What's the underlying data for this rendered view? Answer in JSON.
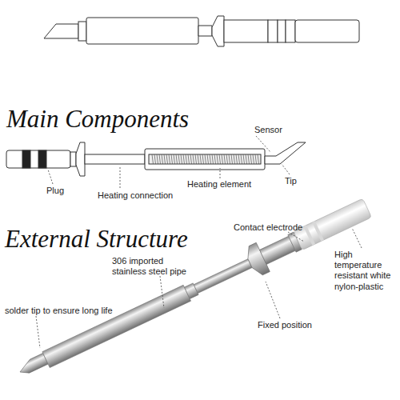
{
  "diagram": {
    "labels": [
      "Main Components",
      "Sensor",
      "Plug",
      "Heating connection",
      "Heating element",
      "Tip",
      "External Structure",
      "Contact electrode",
      "High temperature resistant white nylon-plastic",
      "306 imported stainless steel pipe",
      "Fixed position",
      "solder tip to ensure long life"
    ]
  }
}
